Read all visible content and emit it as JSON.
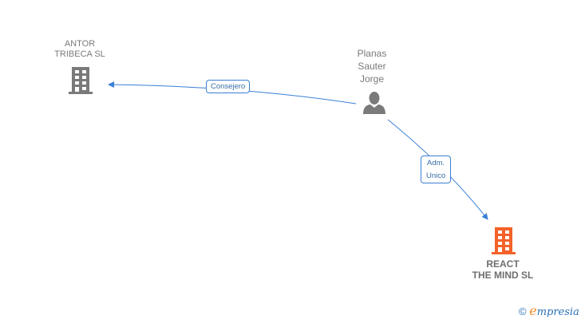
{
  "nodes": {
    "antor": {
      "line1": "ANTOR",
      "line2": "TRIBECA  SL",
      "type": "company",
      "color": "#7a7a7a"
    },
    "person": {
      "line1": "Planas",
      "line2": "Sauter",
      "line3": "Jorge",
      "type": "person",
      "color": "#7a7a7a"
    },
    "react": {
      "line1": "REACT",
      "line2": "THE MIND  SL",
      "type": "company",
      "color": "#f4622a"
    }
  },
  "edges": [
    {
      "from": "person",
      "to": "antor",
      "label": "Consejero"
    },
    {
      "from": "person",
      "to": "react",
      "label_line1": "Adm.",
      "label_line2": "Unico"
    }
  ],
  "colors": {
    "edge": "#3a7fd5",
    "highlight_company": "#f4622a",
    "company": "#7a7a7a"
  },
  "footer": {
    "copyright": "©",
    "brand_first": "e",
    "brand_rest": "mpresia"
  }
}
